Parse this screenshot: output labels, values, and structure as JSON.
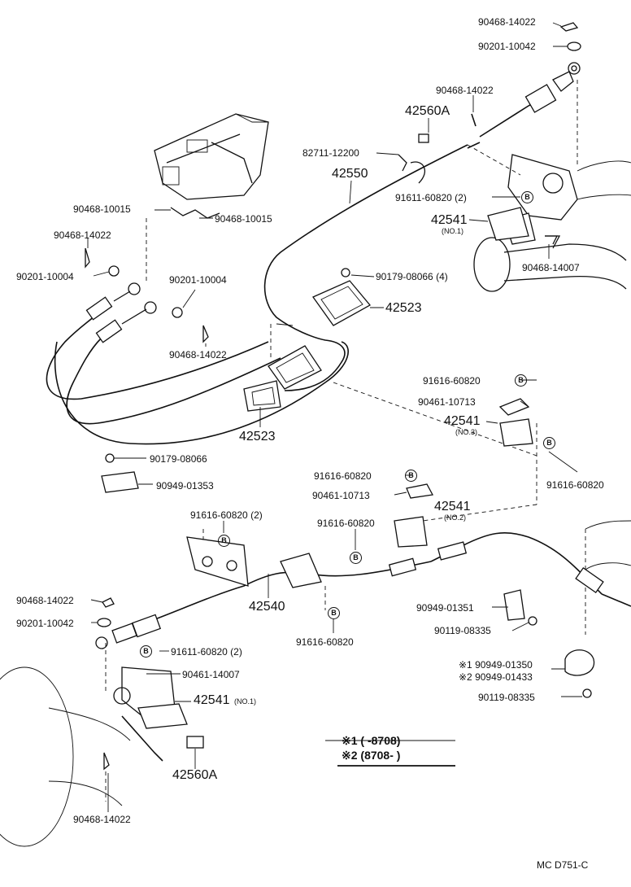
{
  "parts": {
    "p_90468_14022_a": "90468-14022",
    "p_90201_10042_a": "90201-10042",
    "p_90468_14022_b": "90468-14022",
    "p_42560A_a": "42560A",
    "p_82711_12200": "82711-12200",
    "p_42550": "42550",
    "p_91611_60820_top": "91611-60820 (2)",
    "p_42541_top": "42541",
    "p_no1_top": "(NO.1)",
    "p_90468_14007": "90468-14007",
    "p_90468_10015_a": "90468-10015",
    "p_90468_10015_b": "90468-10015",
    "p_90468_14022_c": "90468-14022",
    "p_90201_10004_a": "90201-10004",
    "p_90201_10004_b": "90201-10004",
    "p_90468_14022_d": "90468-14022",
    "p_90179_08066_4": "90179-08066 (4)",
    "p_42523_a": "42523",
    "p_42523_b": "42523",
    "p_91616_60820_a": "91616-60820",
    "p_90461_10713_a": "90461-10713",
    "p_42541_no3": "42541",
    "p_no3": "(NO.3)",
    "p_91616_60820_b": "91616-60820",
    "p_90179_08066": "90179-08066",
    "p_90949_01353": "90949-01353",
    "p_91616_60820_c": "91616-60820",
    "p_90461_10713_b": "90461-10713",
    "p_42541_no2": "42541",
    "p_no2": "(NO.2)",
    "p_91616_60820_2": "91616-60820 (2)",
    "p_91616_60820_d": "91616-60820",
    "p_90468_14022_e": "90468-14022",
    "p_90201_10042_b": "90201-10042",
    "p_42540": "42540",
    "p_91616_60820_e": "91616-60820",
    "p_90949_01351": "90949-01351",
    "p_90119_08335_a": "90119-08335",
    "p_91611_60820_bot": "91611-60820 (2)",
    "p_90461_14007": "90461-14007",
    "p_42541_bot": "42541",
    "p_no1_bot": "(NO.1)",
    "p_x1_90949_01350": "※1 90949-01350",
    "p_x2_90949_01433": "※2 90949-01433",
    "p_90119_08335_b": "90119-08335",
    "p_42560A_b": "42560A",
    "p_90468_14022_f": "90468-14022"
  },
  "symbol": "B",
  "legend": {
    "row1": "※1 (        -8708)",
    "row2": "※2 (8708-        )"
  },
  "figure_code": "MC  D751-C"
}
